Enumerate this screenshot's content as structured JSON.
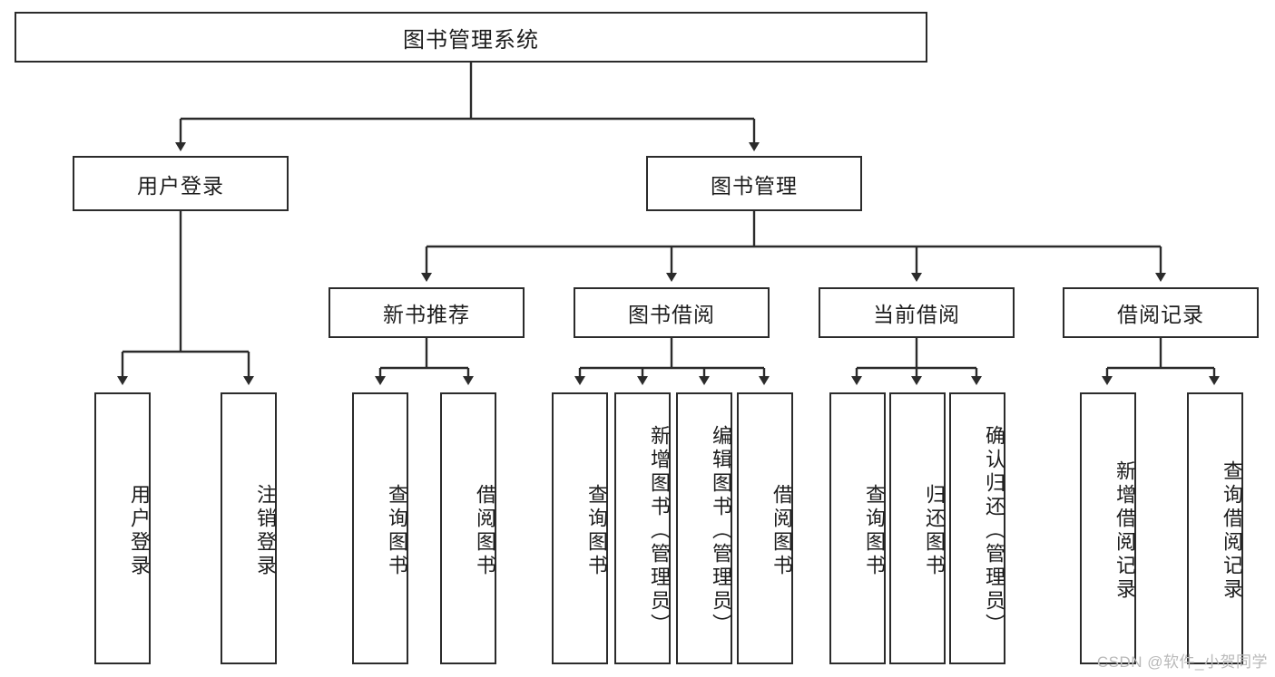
{
  "diagram": {
    "type": "tree",
    "title": "图书管理系统",
    "root": {
      "id": "root",
      "label": "图书管理系统"
    },
    "level2": [
      {
        "id": "user-login",
        "label": "用户登录"
      },
      {
        "id": "book-manage",
        "label": "图书管理"
      }
    ],
    "level3": [
      {
        "id": "new-book-recommend",
        "label": "新书推荐"
      },
      {
        "id": "book-borrow",
        "label": "图书借阅"
      },
      {
        "id": "current-borrow",
        "label": "当前借阅"
      },
      {
        "id": "borrow-record",
        "label": "借阅记录"
      }
    ],
    "leaves": [
      {
        "id": "leaf-user-login",
        "label": "用户登录",
        "parent": "user-login"
      },
      {
        "id": "leaf-user-logout",
        "label": "注销登录",
        "parent": "user-login"
      },
      {
        "id": "leaf-query-book-1",
        "label": "查询图书",
        "parent": "new-book-recommend"
      },
      {
        "id": "leaf-borrow-book-1",
        "label": "借阅图书",
        "parent": "new-book-recommend"
      },
      {
        "id": "leaf-query-book-2",
        "label": "查询图书",
        "parent": "book-borrow"
      },
      {
        "id": "leaf-add-book",
        "label": "新增图书（管理员）",
        "parent": "book-borrow"
      },
      {
        "id": "leaf-edit-book",
        "label": "编辑图书（管理员）",
        "parent": "book-borrow"
      },
      {
        "id": "leaf-borrow-book-2",
        "label": "借阅图书",
        "parent": "book-borrow"
      },
      {
        "id": "leaf-query-book-3",
        "label": "查询图书",
        "parent": "current-borrow"
      },
      {
        "id": "leaf-return-book",
        "label": "归还图书",
        "parent": "current-borrow"
      },
      {
        "id": "leaf-confirm-return",
        "label": "确认归还（管理员）",
        "parent": "current-borrow"
      },
      {
        "id": "leaf-add-record",
        "label": "新增借阅记录",
        "parent": "borrow-record"
      },
      {
        "id": "leaf-query-record",
        "label": "查询借阅记录",
        "parent": "borrow-record"
      }
    ],
    "colors": {
      "stroke": "#2b2b2b",
      "background": "#ffffff",
      "text": "#1d1d1d",
      "watermark": "#b9b9b9"
    }
  },
  "watermark": {
    "text": "CSDN @软件_小贺同学"
  }
}
